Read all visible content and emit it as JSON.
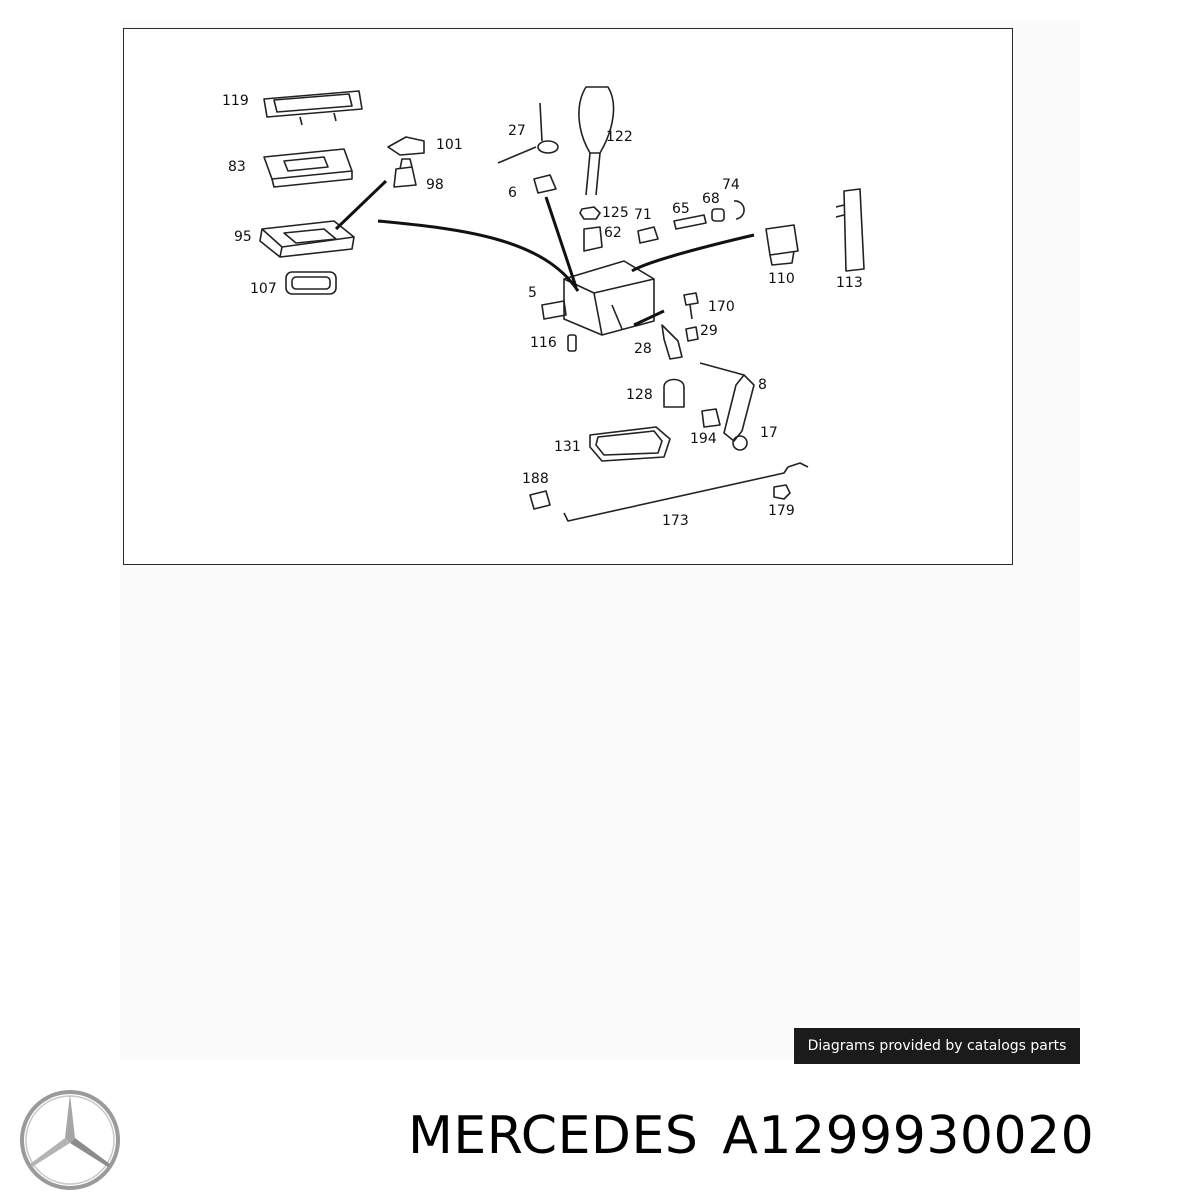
{
  "diagram": {
    "callouts": [
      "119",
      "83",
      "101",
      "98",
      "95",
      "107",
      "27",
      "122",
      "6",
      "125",
      "71",
      "62",
      "65",
      "68",
      "74",
      "110",
      "113",
      "5",
      "170",
      "29",
      "116",
      "28",
      "128",
      "8",
      "131",
      "194",
      "17",
      "188",
      "173",
      "179"
    ]
  },
  "credit": {
    "text": "Diagrams provided by catalogs parts"
  },
  "product": {
    "brand": "MERCEDES",
    "part_number": "A1299930020"
  },
  "logo": {
    "icon": "mercedes-star-icon",
    "color": "#9a9a9a"
  },
  "colors": {
    "badge_bg": "#1b1b1b",
    "line": "#2a2a2a"
  }
}
